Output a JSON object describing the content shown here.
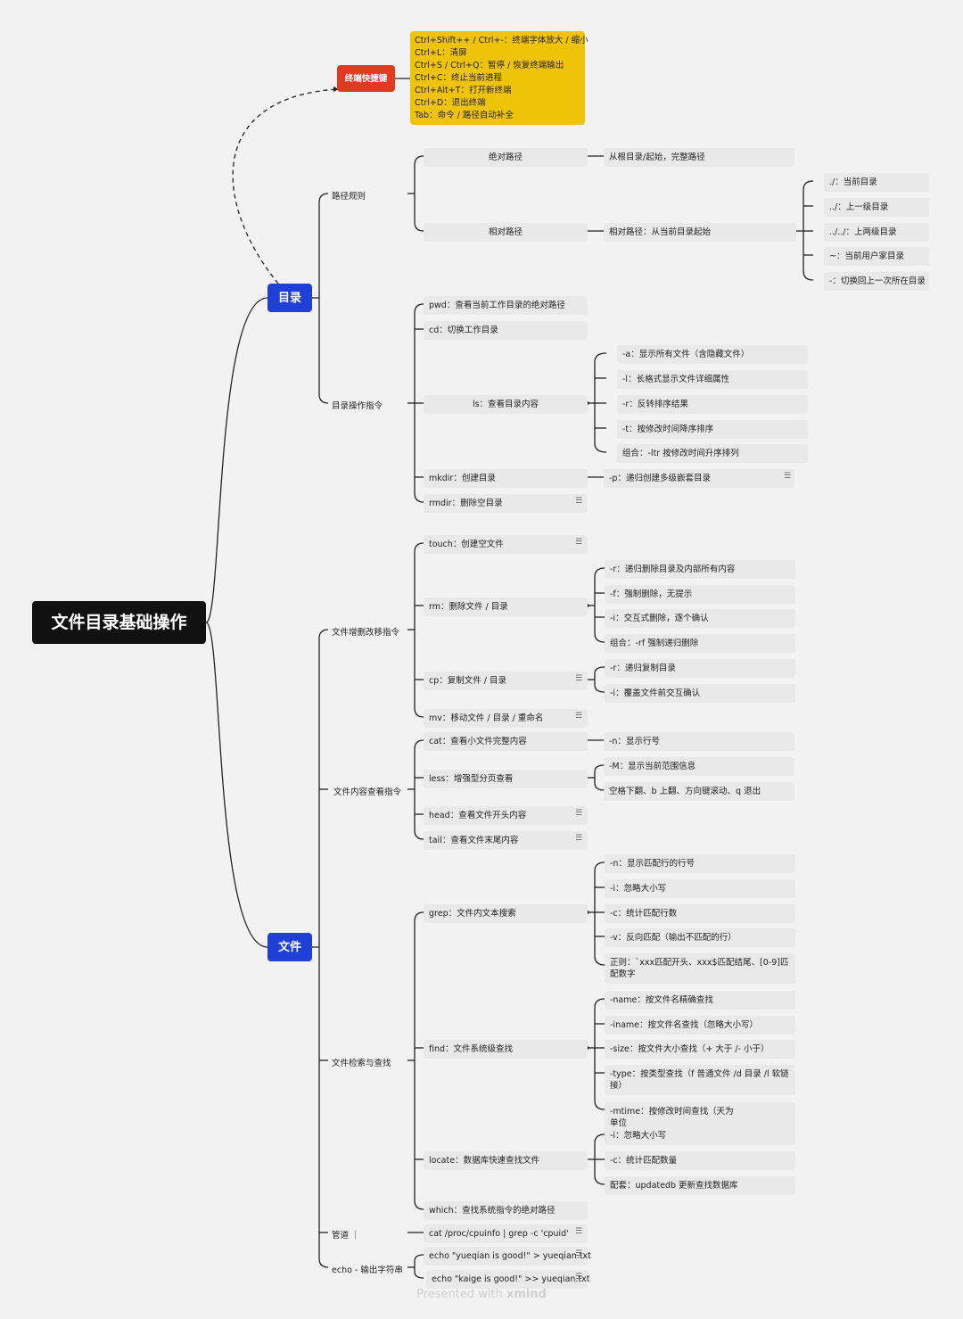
{
  "root": {
    "title": "文件目录基础操作"
  },
  "shortcuts": {
    "label": "终端快捷键",
    "lines": [
      "Ctrl+Shift++ / Ctrl+-：终端字体放大 / 缩小",
      "Ctrl+L：清屏",
      "Ctrl+S / Ctrl+Q：暂停 / 恢复终端输出",
      "Ctrl+C：终止当前进程",
      "Ctrl+Alt+T：打开新终端",
      "Ctrl+D：退出终端",
      "Tab：命令 / 路径自动补全"
    ]
  },
  "dir": {
    "label": "目录",
    "path_rules": {
      "label": "路径规则",
      "absolute": {
        "label": "绝对路径",
        "detail": "从根目录/起始，完整路径"
      },
      "relative": {
        "label": "相对路径",
        "detail": "相对路径：从当前目录起始",
        "items": [
          "./：当前目录",
          "../：上一级目录",
          "../../：上两级目录",
          "~：当前用户家目录",
          "-：切换回上一次所在目录"
        ]
      }
    },
    "commands": {
      "label": "目录操作指令",
      "pwd": "pwd：查看当前工作目录的绝对路径",
      "cd": "cd：切换工作目录",
      "ls": {
        "label": "ls：查看目录内容",
        "options": [
          "-a：显示所有文件（含隐藏文件）",
          "-l：长格式显示文件详细属性",
          "-r：反转排序结果",
          "-t：按修改时间降序排序",
          "组合：-ltr 按修改时间升序排列"
        ]
      },
      "mkdir": {
        "label": "mkdir：创建目录",
        "option": "-p：递归创建多级嵌套目录"
      },
      "rmdir": "rmdir：删除空目录"
    }
  },
  "file": {
    "label": "文件",
    "crud": {
      "label": "文件增删改移指令",
      "touch": "touch：创建空文件",
      "rm": {
        "label": "rm：删除文件 / 目录",
        "options": [
          "-r：递归删除目录及内部所有内容",
          "-f：强制删除，无提示",
          "-i：交互式删除，逐个确认",
          "组合：-rf 强制递归删除"
        ]
      },
      "cp": {
        "label": "cp：复制文件 / 目录",
        "options": [
          "-r：递归复制目录",
          "-i：覆盖文件前交互确认"
        ]
      },
      "mv": "mv：移动文件 / 目录 / 重命名"
    },
    "view": {
      "label": "文件内容查看指令",
      "cat": {
        "label": "cat：查看小文件完整内容",
        "option": "-n：显示行号"
      },
      "less": {
        "label": "less：增强型分页查看",
        "options": [
          "-M：显示当前范围信息",
          "空格下翻、b 上翻、方向键滚动、q 退出"
        ]
      },
      "head": "head：查看文件开头内容",
      "tail": "tail：查看文件末尾内容"
    },
    "search": {
      "label": "文件检索与查找",
      "grep": {
        "label": "grep：文件内文本搜索",
        "options": [
          "-n：显示匹配行的行号",
          "-i：忽略大小写",
          "-c：统计匹配行数",
          "-v：反向匹配（输出不匹配的行）",
          "正则：`xxx匹配开头、xxx$匹配结尾、[0-9]匹配数字"
        ]
      },
      "find": {
        "label": "find：文件系统级查找",
        "options": [
          "-name：按文件名精确查找",
          "-iname：按文件名查找（忽略大小写）",
          "-size：按文件大小查找（+ 大于 /- 小于）",
          "-type：按类型查找（f 普通文件 /d 目录 /l 软链接）",
          "-mtime：按修改时间查找（天为单位"
        ]
      },
      "locate": {
        "label": "locate：数据库快速查找文件",
        "options": [
          "-i：忽略大小写",
          "-c：统计匹配数量",
          "配套：updatedb 更新查找数据库"
        ]
      },
      "which": "which：查找系统指令的绝对路径"
    },
    "pipe": {
      "label": "管道 ｜",
      "example": "cat /proc/cpuinfo | grep -c 'cpuid'"
    },
    "echo": {
      "label": "echo - 输出字符串",
      "examples": [
        "echo \"yueqian is good!\" > yueqian.txt",
        "echo \"kaige is good!\" >> yueqian.txt"
      ]
    }
  },
  "footer": {
    "prefix": "Presented with ",
    "brand": "xmind"
  },
  "colors": {
    "root": "#111111",
    "main_branch": "#1f3fd6",
    "shortcut_tag": "#e03a23",
    "shortcut_box": "#f0c30b",
    "node_fill": "#e9e9e9"
  }
}
